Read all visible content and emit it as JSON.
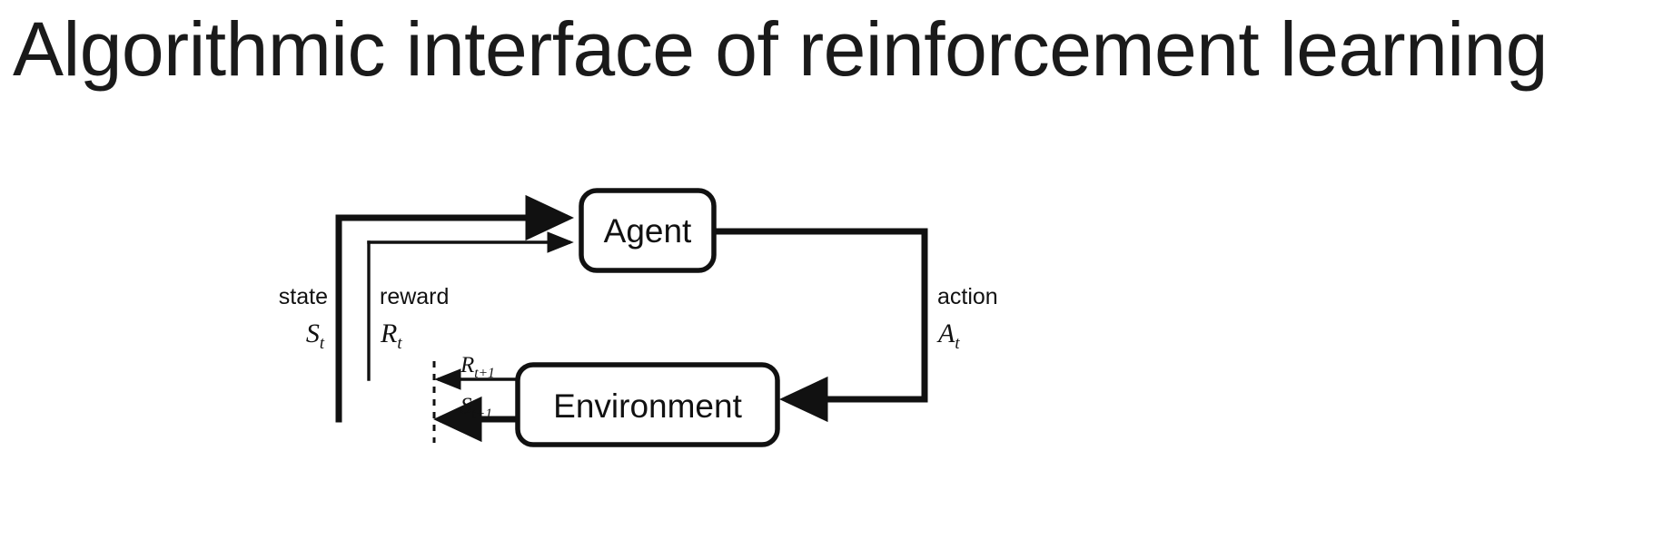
{
  "slide": {
    "title": "Algorithmic interface of reinforcement learning",
    "background_color": "#ffffff",
    "text_color": "#1a1a1a"
  },
  "diagram": {
    "type": "agent-environment-interaction-loop",
    "stroke_color": "#111111",
    "nodes": [
      {
        "id": "agent",
        "label": "Agent",
        "shape": "rounded-rect"
      },
      {
        "id": "environment",
        "label": "Environment",
        "shape": "rounded-rect"
      }
    ],
    "edges": [
      {
        "id": "state-loop",
        "from": "environment",
        "to": "agent",
        "weight": "thick",
        "label_word": "state",
        "label_symbol_base": "S",
        "label_symbol_sub": "t"
      },
      {
        "id": "reward-loop",
        "from": "environment",
        "to": "agent",
        "weight": "thin",
        "label_word": "reward",
        "label_symbol_base": "R",
        "label_symbol_sub": "t"
      },
      {
        "id": "action-loop",
        "from": "agent",
        "to": "environment",
        "weight": "thick",
        "label_word": "action",
        "label_symbol_base": "A",
        "label_symbol_sub": "t"
      },
      {
        "id": "reward-next",
        "from": "environment",
        "to": "time-boundary",
        "weight": "thin",
        "label_symbol_base": "R",
        "label_symbol_sub": "t+1"
      },
      {
        "id": "state-next",
        "from": "environment",
        "to": "time-boundary",
        "weight": "thick",
        "label_symbol_base": "S",
        "label_symbol_sub": "t+1"
      }
    ],
    "time_boundary": {
      "id": "time-boundary",
      "style": "dashed-vertical-line"
    }
  }
}
